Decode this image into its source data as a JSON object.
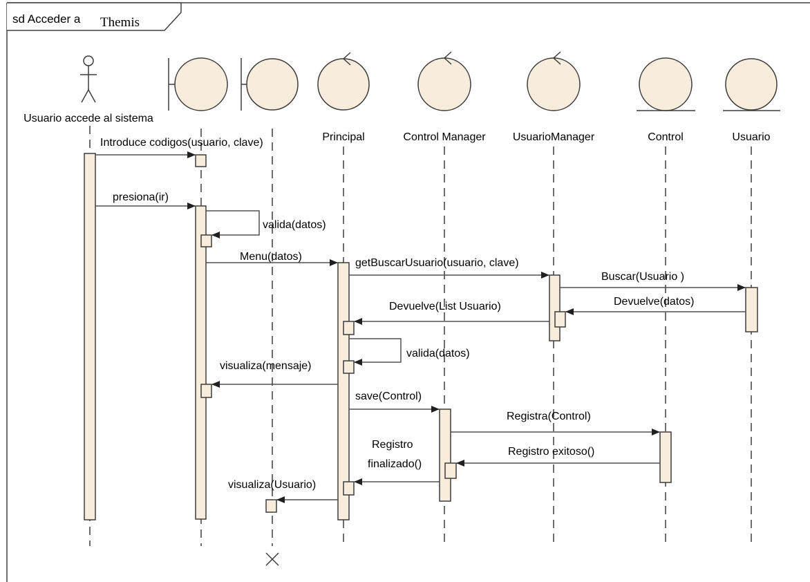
{
  "frame": {
    "prefix": "sd Acceder a",
    "title": "Themis"
  },
  "colors": {
    "fill": "#f8ecdc",
    "line": "#3c3c3c",
    "msg": "#505050",
    "border": "#404040",
    "background": "#ffffff"
  },
  "participants": [
    {
      "id": "actor",
      "kind": "actor",
      "label": "Usuario accede al sistema",
      "icon": "actor-icon"
    },
    {
      "id": "b1",
      "kind": "boundary",
      "label": "",
      "icon": "boundary-icon"
    },
    {
      "id": "b2",
      "kind": "boundary",
      "label": "",
      "icon": "boundary-icon"
    },
    {
      "id": "principal",
      "kind": "control",
      "label": "Principal",
      "icon": "control-icon"
    },
    {
      "id": "controlmanager",
      "kind": "control",
      "label": "Control Manager",
      "icon": "control-icon"
    },
    {
      "id": "usuariomanager",
      "kind": "control",
      "label": "UsuarioManager",
      "icon": "control-icon"
    },
    {
      "id": "control",
      "kind": "entity",
      "label": "Control",
      "icon": "entity-icon"
    },
    {
      "id": "usuario",
      "kind": "entity",
      "label": "Usuario",
      "icon": "entity-icon"
    }
  ],
  "messages": [
    {
      "label": "Introduce codigos(usuario, clave)",
      "from": "actor",
      "to": "b1"
    },
    {
      "label": "presiona(ir)",
      "from": "actor",
      "to": "b1"
    },
    {
      "label": "valida(datos)",
      "from": "b1",
      "to": "b1",
      "self": true
    },
    {
      "label": "Menu(datos)",
      "from": "b1",
      "to": "principal"
    },
    {
      "label": "getBuscarUsuario(usuario, clave)",
      "from": "principal",
      "to": "usuariomanager"
    },
    {
      "label": "Buscar(Usuario )",
      "from": "usuariomanager",
      "to": "usuario"
    },
    {
      "label": "Devuelve(datos)",
      "from": "usuario",
      "to": "usuariomanager"
    },
    {
      "label": "Devuelve(List Usuario)",
      "from": "usuariomanager",
      "to": "principal"
    },
    {
      "label": "valida(datos)",
      "from": "principal",
      "to": "principal",
      "self": true
    },
    {
      "label": "visualiza(mensaje)",
      "from": "principal",
      "to": "b1"
    },
    {
      "label": "save(Control)",
      "from": "principal",
      "to": "controlmanager"
    },
    {
      "label": "Registra(Control)",
      "from": "controlmanager",
      "to": "control"
    },
    {
      "label": "Registro exitoso()",
      "from": "control",
      "to": "controlmanager"
    },
    {
      "label": "Registro finalizado()",
      "lines": [
        "Registro",
        "finalizado()"
      ],
      "from": "controlmanager",
      "to": "principal"
    },
    {
      "label": "visualiza(Usuario)",
      "from": "principal",
      "to": "b2"
    }
  ]
}
